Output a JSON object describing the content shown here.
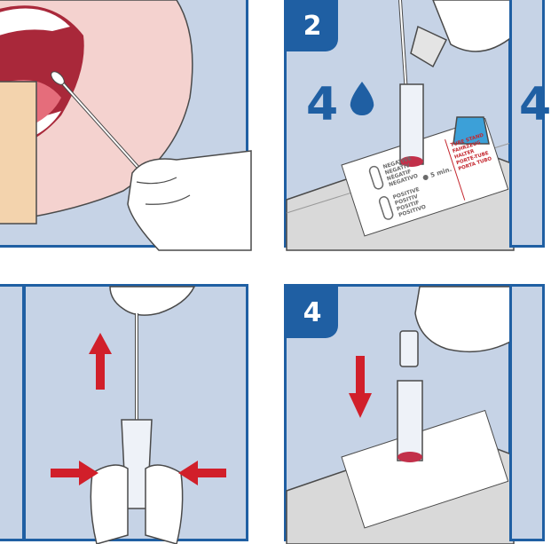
{
  "steps": {
    "step2": {
      "number": "2",
      "drops_count": "4"
    },
    "step4": {
      "number": "4"
    },
    "right_edge_drops": "4"
  },
  "card": {
    "negative_lines": [
      "NEGATIVE",
      "NEGATIV",
      "NÉGATIF",
      "NEGATIVO"
    ],
    "positive_lines": [
      "POSITIVE",
      "POSITIV",
      "POSITIF",
      "POSITIVO"
    ],
    "time": "5 min.",
    "tube_stand_lines": [
      "TUBE STAND",
      "FAHRZEUG",
      "HALTER",
      "PORTE-TUBE",
      "PORTA TUBO"
    ]
  },
  "colors": {
    "panel_fill": "#c6d3e6",
    "border": "#1f5fa3",
    "arrow": "#d11f2a"
  },
  "icons": [
    "drop-icon",
    "arrow-up-icon",
    "arrow-down-icon",
    "arrow-right-icon",
    "arrow-left-icon",
    "timer-icon"
  ]
}
